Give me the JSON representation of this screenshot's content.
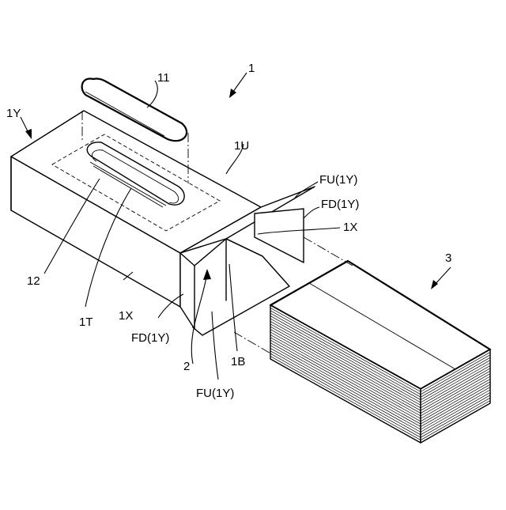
{
  "labels": {
    "assembly": "1",
    "lid": "11",
    "box_end": "1Y",
    "upper_face": "1U",
    "upper_flap_top": "FU(1Y)",
    "lower_flap_right": "FD(1Y)",
    "side_face_right": "1X",
    "stack": "3",
    "opening": "12",
    "top_face": "1T",
    "side_face_left": "1X",
    "lower_flap_left": "FD(1Y)",
    "insertion": "2",
    "bottom_face": "1B",
    "upper_flap_bottom": "FU(1Y)"
  }
}
